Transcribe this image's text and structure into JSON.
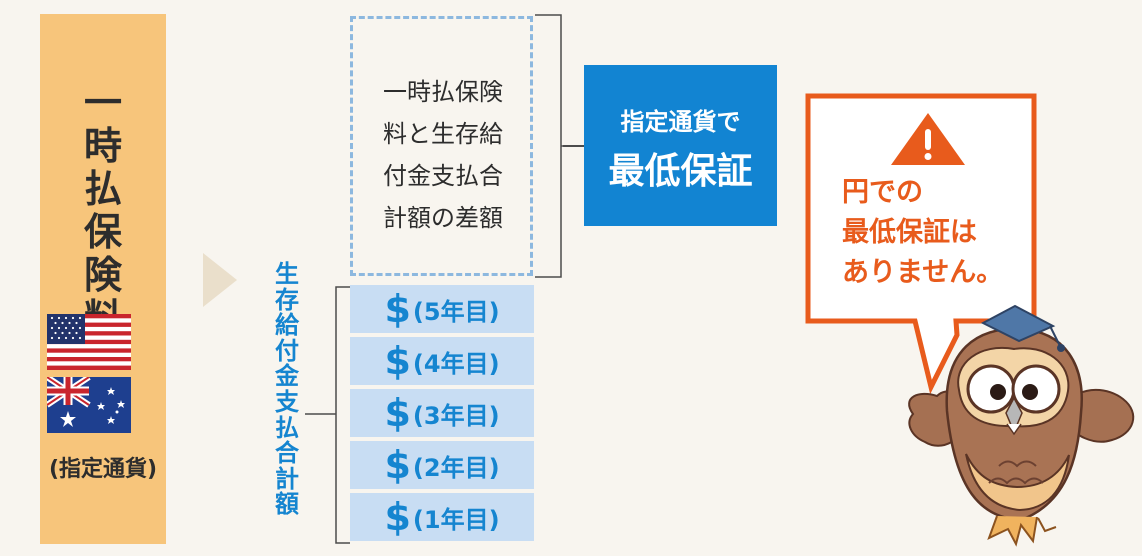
{
  "premium_panel": {
    "title_chars": [
      "一",
      "時",
      "払",
      "保",
      "険",
      "料"
    ],
    "currency_label": "(指定通貨)",
    "flags": [
      "us-flag",
      "australia-flag"
    ]
  },
  "diff_box": {
    "lines": [
      "一時払保険",
      "料と生存給",
      "付金支払合",
      "計額の差額"
    ]
  },
  "guarantee": {
    "line1": "指定通貨で",
    "line2": "最低保証"
  },
  "vertical_label_chars": [
    "生",
    "存",
    "給",
    "付",
    "金",
    "支",
    "払",
    "合",
    "計",
    "額"
  ],
  "year_boxes": [
    {
      "symbol": "$",
      "label": "(5年目)"
    },
    {
      "symbol": "$",
      "label": "(4年目)"
    },
    {
      "symbol": "$",
      "label": "(3年目)"
    },
    {
      "symbol": "$",
      "label": "(2年目)"
    },
    {
      "symbol": "$",
      "label": "(1年目)"
    }
  ],
  "warning": {
    "lines": [
      "円での",
      "最低保証は",
      "ありません。"
    ],
    "icon": "warning-icon"
  },
  "colors": {
    "background": "#f8f5ef",
    "premium_panel": "#f7c57b",
    "blue": "#1284d2",
    "light_blue": "#c8ddf3",
    "orange": "#e85b1c"
  }
}
